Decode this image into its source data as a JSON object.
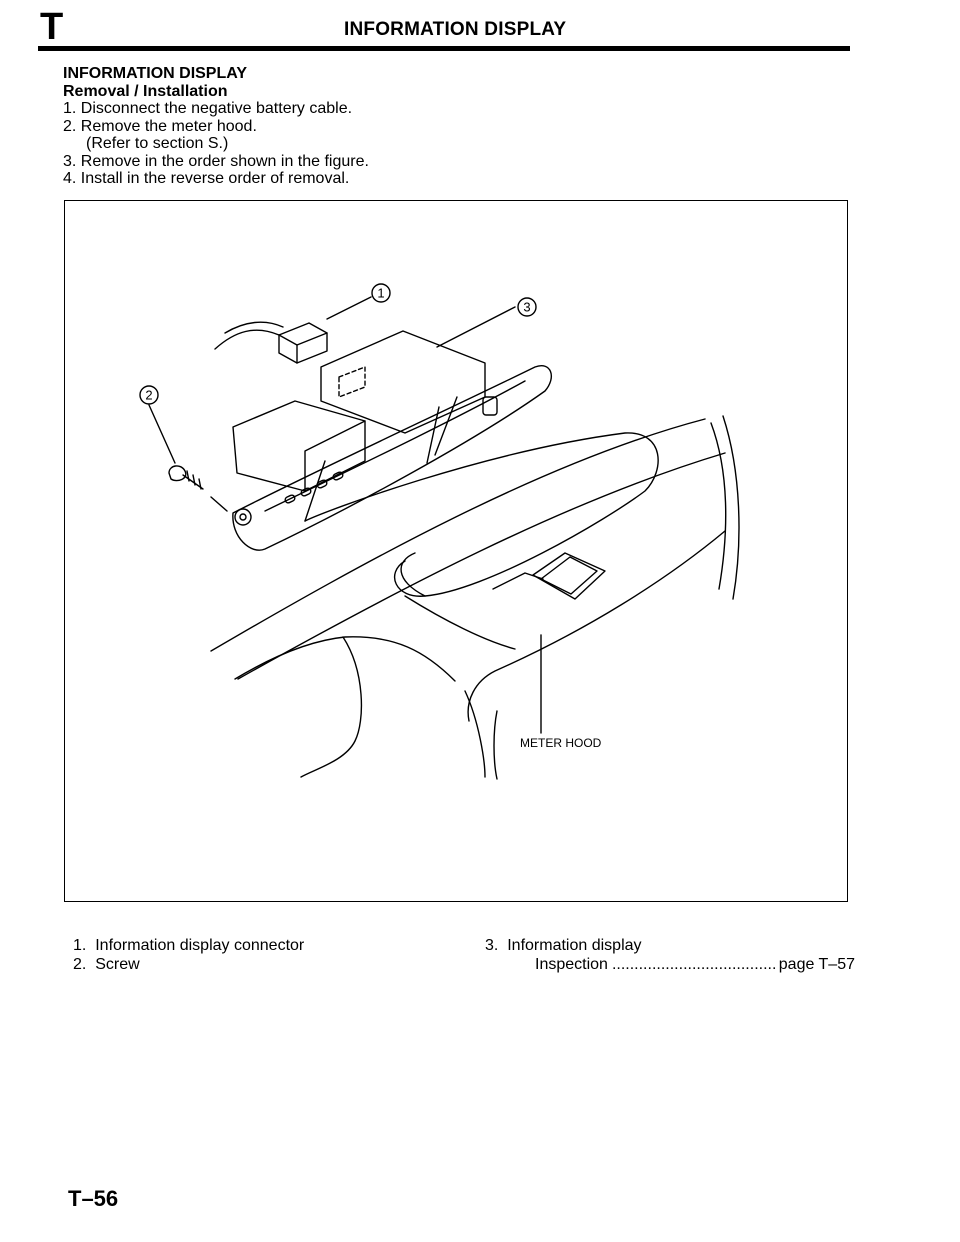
{
  "header": {
    "section_letter": "T",
    "title": "INFORMATION DISPLAY"
  },
  "intro": {
    "heading": "INFORMATION DISPLAY",
    "subheading": "Removal / Installation",
    "steps": [
      "1. Disconnect the negative battery cable.",
      "2. Remove the meter hood.",
      "(Refer to section S.)",
      "3. Remove in the order shown in the figure.",
      "4. Install in the reverse order of removal."
    ]
  },
  "figure": {
    "callouts": [
      "1",
      "2",
      "3"
    ],
    "meter_hood_label": "METER HOOD"
  },
  "legend": {
    "item1": "1.  Information display connector",
    "item2": "2.  Screw",
    "item3": "3.  Information display",
    "inspection_label": "Inspection",
    "inspection_dots": ".................................................",
    "inspection_page": "page T–57"
  },
  "footer": {
    "page_number": "T–56"
  }
}
